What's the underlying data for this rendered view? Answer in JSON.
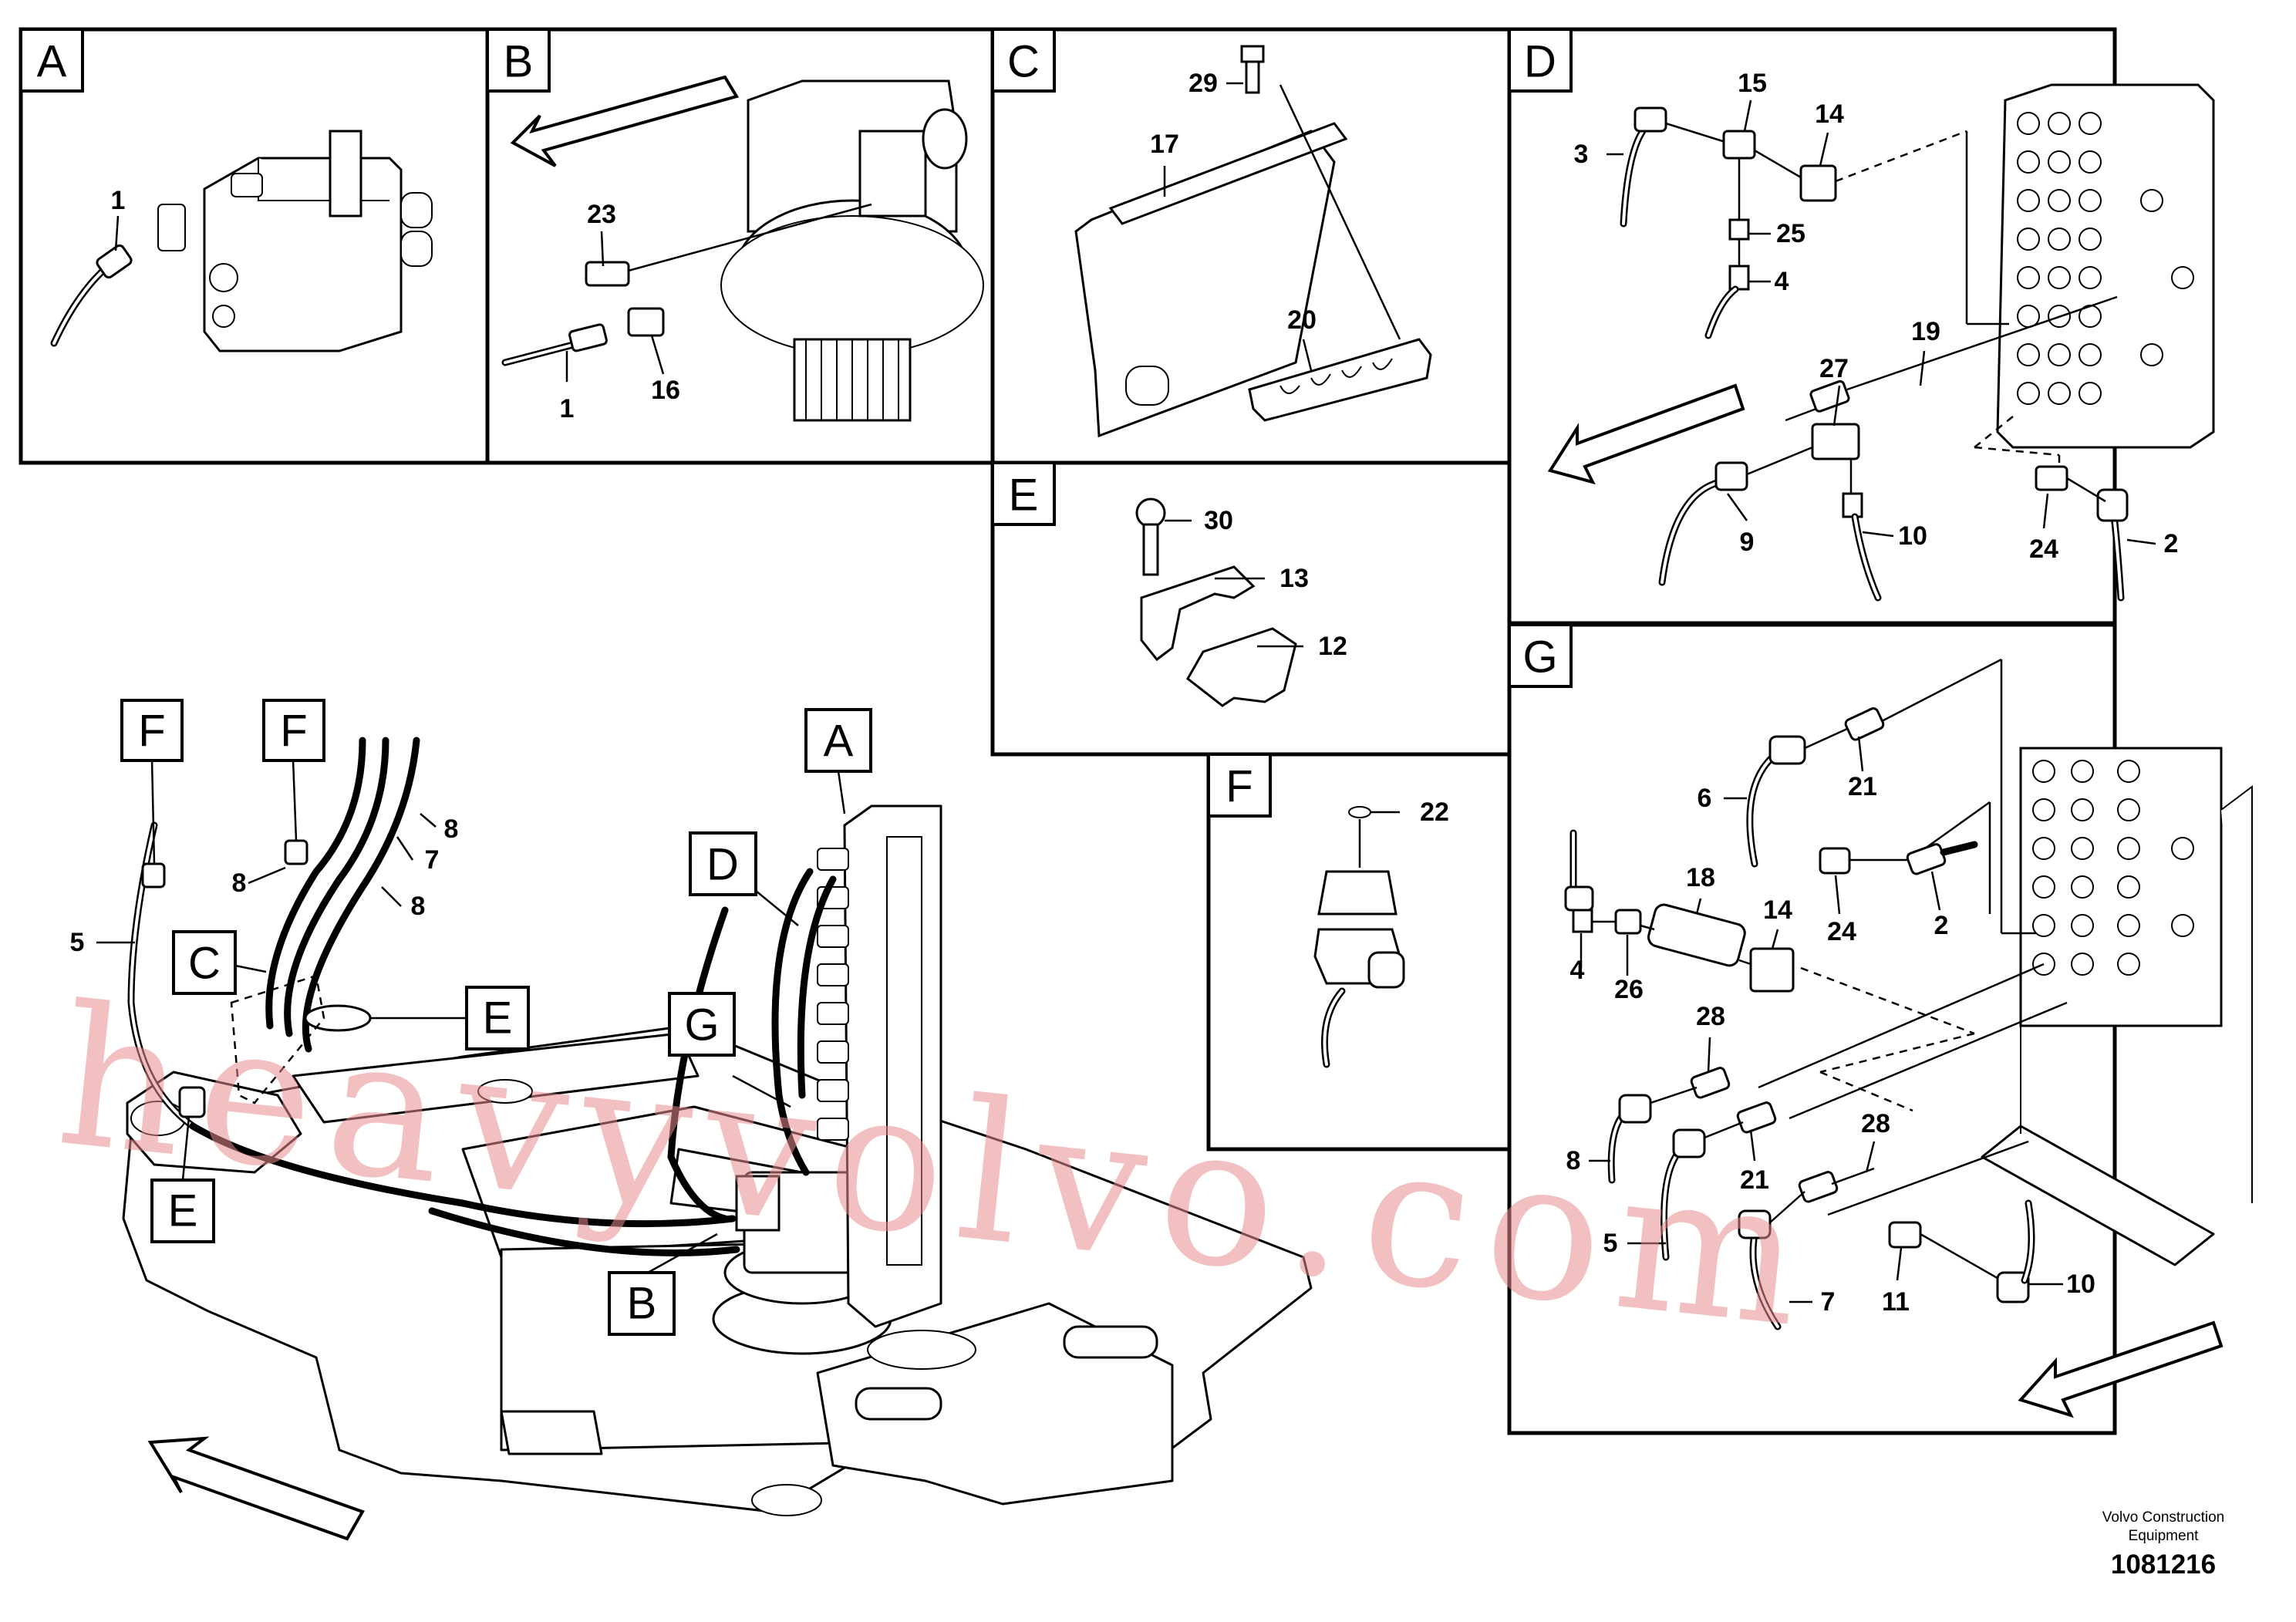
{
  "panels": {
    "A": {
      "label": "A",
      "callouts": [
        "1"
      ]
    },
    "B": {
      "label": "B",
      "callouts": [
        "23",
        "1",
        "16"
      ]
    },
    "C": {
      "label": "C",
      "callouts": [
        "29",
        "17",
        "20"
      ]
    },
    "D": {
      "label": "D",
      "callouts": [
        "15",
        "14",
        "3",
        "25",
        "4",
        "19",
        "27",
        "9",
        "10",
        "24",
        "2"
      ]
    },
    "E": {
      "label": "E",
      "callouts": [
        "30",
        "13",
        "12"
      ]
    },
    "F": {
      "label": "F",
      "callouts": [
        "22"
      ]
    },
    "G": {
      "label": "G",
      "callouts": [
        "21",
        "6",
        "18",
        "14",
        "24",
        "2",
        "4",
        "26",
        "28",
        "8",
        "21",
        "28",
        "5",
        "7",
        "11",
        "10"
      ]
    }
  },
  "main_view": {
    "view_labels": [
      "F",
      "F",
      "A",
      "D",
      "C",
      "E",
      "G",
      "B",
      "E"
    ],
    "callouts": [
      "5",
      "8",
      "7",
      "8",
      "8"
    ]
  },
  "watermark": "heavyvolvo.com",
  "footer": {
    "company_line1": "Volvo Construction",
    "company_line2": "Equipment",
    "drawing_number": "1081216"
  }
}
